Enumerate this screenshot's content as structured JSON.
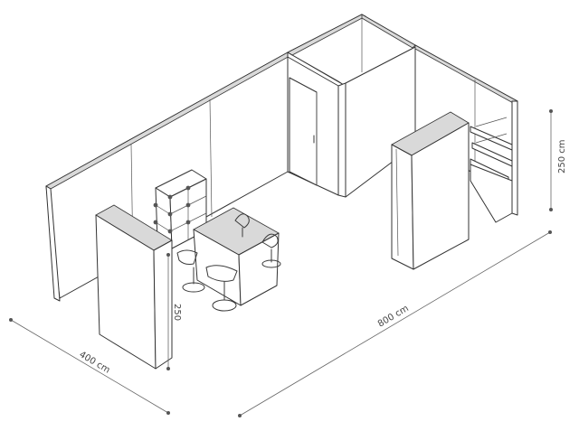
{
  "dimensions": {
    "width_label": "800 cm",
    "depth_label": "400 cm",
    "height_label": "250 cm",
    "counter_height_label": "250"
  }
}
